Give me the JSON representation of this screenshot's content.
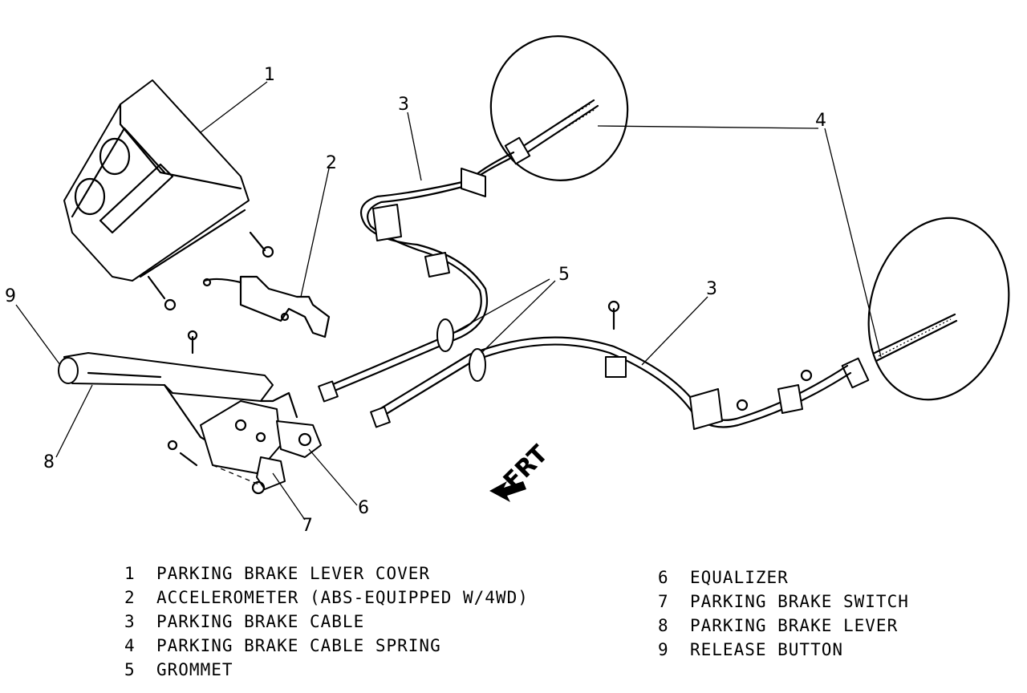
{
  "callouts": [
    "1",
    "2",
    "3",
    "3",
    "4",
    "5",
    "6",
    "7",
    "8",
    "9"
  ],
  "direction_label": "FRT",
  "legend": [
    {
      "num": "1",
      "text": "PARKING BRAKE LEVER COVER"
    },
    {
      "num": "2",
      "text": "ACCELEROMETER (ABS-EQUIPPED W/4WD)"
    },
    {
      "num": "3",
      "text": "PARKING BRAKE CABLE"
    },
    {
      "num": "4",
      "text": "PARKING BRAKE CABLE SPRING"
    },
    {
      "num": "5",
      "text": "GROMMET"
    },
    {
      "num": "6",
      "text": "EQUALIZER"
    },
    {
      "num": "7",
      "text": "PARKING BRAKE SWITCH"
    },
    {
      "num": "8",
      "text": "PARKING BRAKE LEVER"
    },
    {
      "num": "9",
      "text": "RELEASE BUTTON"
    }
  ]
}
